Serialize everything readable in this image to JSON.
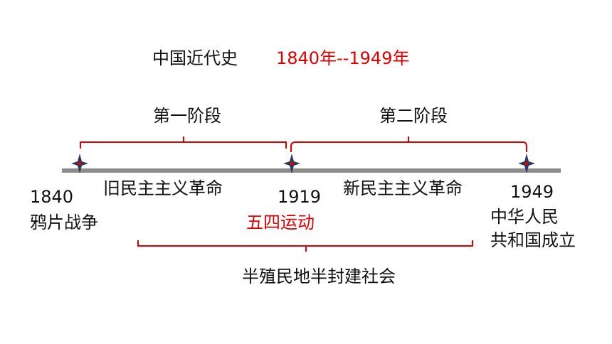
{
  "header": {
    "title": "中国近代史",
    "period": "1840年--1949年"
  },
  "stages": {
    "first": "第一阶段",
    "second": "第二阶段"
  },
  "revolutions": {
    "old": "旧民主主义革命",
    "new": "新民主主义革命"
  },
  "events": {
    "e1840": {
      "year": "1840",
      "name": "鸦片战争"
    },
    "e1919": {
      "year": "1919",
      "name": "五四运动"
    },
    "e1949": {
      "year": "1949",
      "name_line1": "中华人民",
      "name_line2": "共和国成立"
    }
  },
  "society": "半殖民地半封建社会",
  "colors": {
    "accent_red": "#e00000",
    "timeline_gray": "#8c8c8c",
    "marker_navy": "#2b3a5c",
    "text": "#111111"
  }
}
